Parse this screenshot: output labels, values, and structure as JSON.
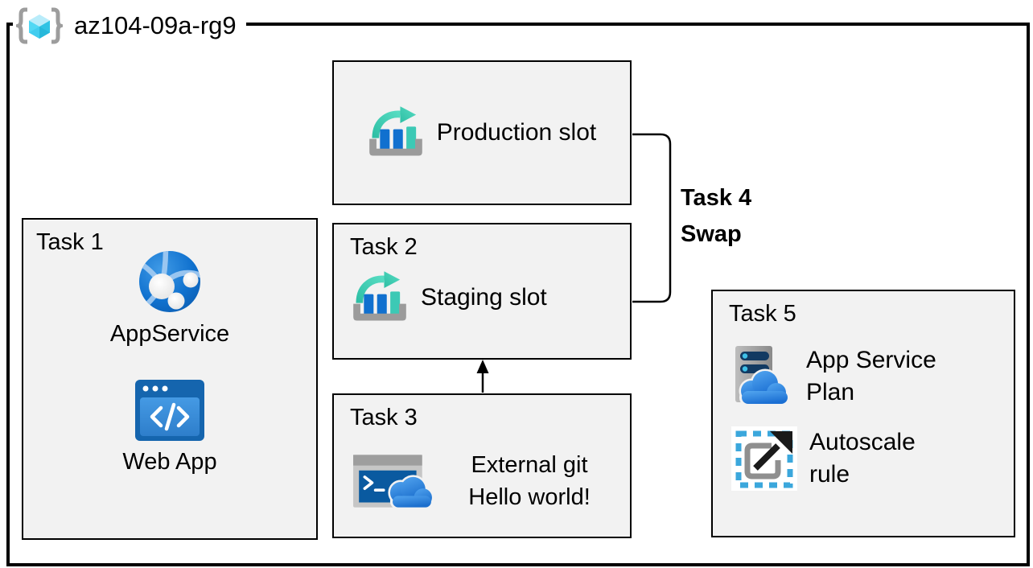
{
  "resource_group": {
    "label": "az104-09a-rg9",
    "icon": "resource-group-icon"
  },
  "production": {
    "label": "Production slot",
    "icon": "deployment-slots-icon"
  },
  "task1": {
    "title": "Task 1",
    "app_service": {
      "label": "AppService",
      "icon": "app-service-icon"
    },
    "web_app": {
      "label": "Web App",
      "icon": "web-app-icon"
    }
  },
  "task2": {
    "title": "Task 2",
    "label": "Staging slot",
    "icon": "deployment-slots-icon"
  },
  "task3": {
    "title": "Task 3",
    "line1": "External git",
    "line2": "Hello world!",
    "icon": "cloud-shell-icon"
  },
  "task4": {
    "line1": "Task 4",
    "line2": "Swap"
  },
  "task5": {
    "title": "Task 5",
    "app_service_plan": {
      "line1": "App Service",
      "line2": "Plan",
      "icon": "app-service-plan-icon"
    },
    "autoscale_rule": {
      "line1": "Autoscale",
      "line2": "rule",
      "icon": "autoscale-rule-icon"
    }
  },
  "colors": {
    "box_fill": "#f2f2f2",
    "border": "#000000",
    "azure_blue": "#1070cf",
    "teal": "#3ed0b5",
    "cube_cyan": "#50d8f4",
    "icon_gray": "#9e9e9e",
    "cloud_blue": "#2f85dd",
    "dark_navy": "#123a62"
  }
}
